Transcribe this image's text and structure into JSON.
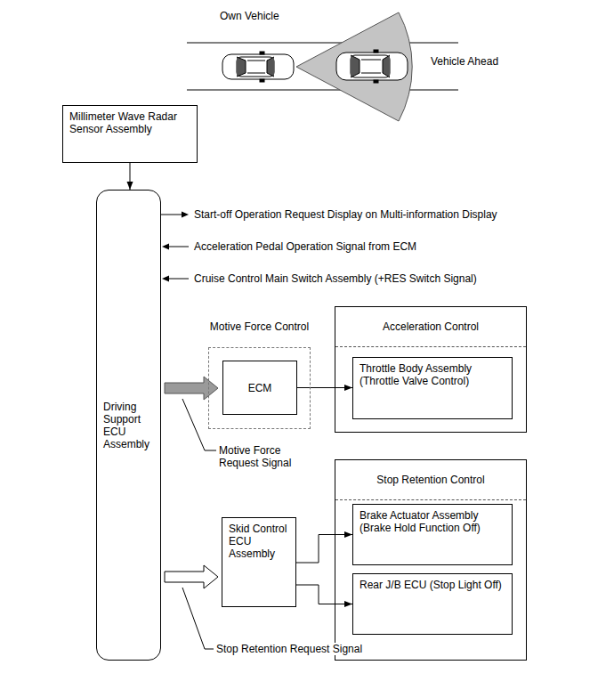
{
  "diagram": {
    "nodes": [
      {
        "text": [
          "Millimeter Wave Radar Sensor Assembly"
        ]
      },
      {
        "text": [
          "Driving Support ECU Assembly"
        ]
      },
      {
        "text": [
          "Motive Force Control"
        ]
      },
      {
        "text": [
          "ECM"
        ],
        "in": 2
      },
      {
        "text": [
          "Acceleration Control"
        ]
      },
      {
        "text": [
          "Throttle Body Assembly (Throttle Valve Control)"
        ],
        "in": 4
      },
      {
        "text": [
          "Stop Retention Control"
        ]
      },
      {
        "text": [
          "Brake Actuator Assembly (Brake Hold Function Off)"
        ],
        "in": 6
      },
      {
        "text": [
          "Rear J/B ECU (Stop Light Off)"
        ],
        "in": 6
      },
      {
        "text": [
          "Skid Control ECU Assembly"
        ]
      }
    ],
    "edges": [
      {
        "from": 0,
        "to": 1,
        "arrow": "to"
      },
      {
        "from": 1,
        "to": 3,
        "arrow": "to",
        "label": "Motive Force Request Signal"
      },
      {
        "from": 3,
        "to": 5,
        "arrow": "to"
      },
      {
        "from": 1,
        "to": 9,
        "arrow": "to",
        "label": "Stop Retention Request Signal"
      },
      {
        "from": 9,
        "to": 7,
        "arrow": "to"
      },
      {
        "from": 9,
        "to": 8,
        "arrow": "to"
      }
    ],
    "labels": [
      "Own Vehicle",
      "Vehicle Ahead",
      "Start-off Operation Request Display on Multi-information Display",
      "Acceleration Pedal Operation Signal from ECM",
      "Cruise Control Main Switch Assembly (+RES Switch Signal)"
    ]
  }
}
